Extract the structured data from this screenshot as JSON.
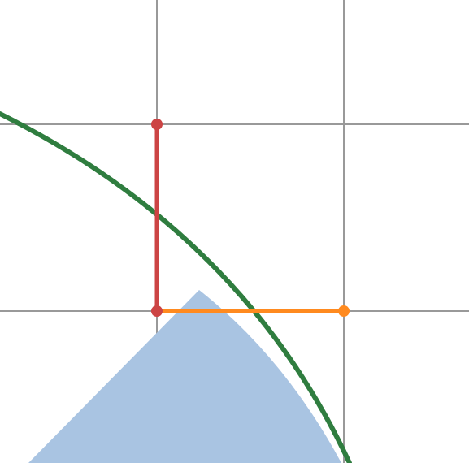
{
  "diagram": {
    "colors": {
      "background": "#ffffff",
      "grid": "#999999",
      "circle": "#2f7d3f",
      "fill": "#a9c4e2",
      "vertical_segment": "#cc4444",
      "horizontal_segment": "#ff8a1f",
      "point_red": "#cc4444",
      "point_orange": "#ff8a1f"
    },
    "elements": [
      "grid-lines",
      "green-circle-arc",
      "blue-filled-region",
      "red-vertical-segment",
      "orange-horizontal-segment",
      "red-top-point",
      "red-corner-point",
      "orange-end-point"
    ]
  }
}
